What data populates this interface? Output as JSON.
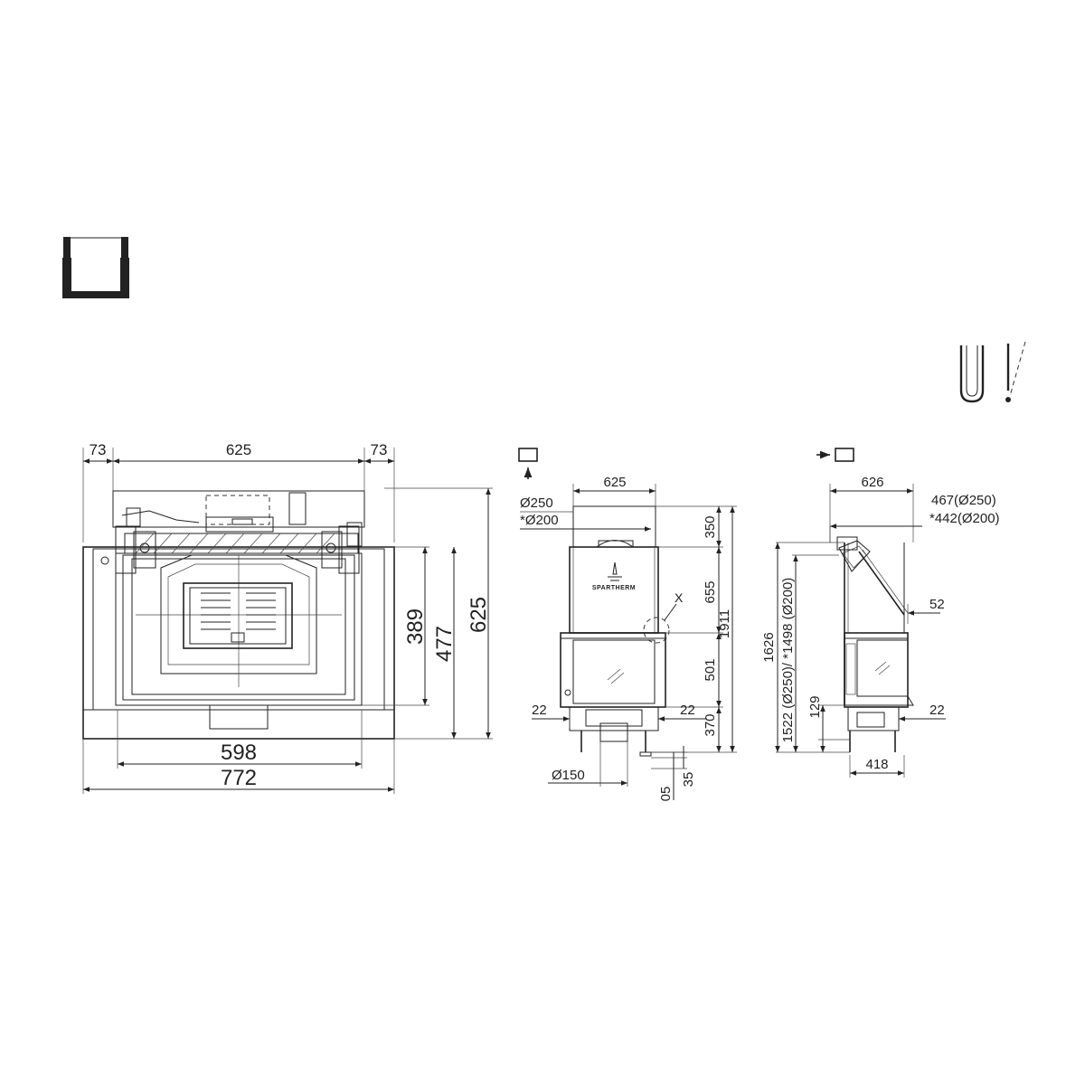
{
  "front_view": {
    "dim_top_left": "73",
    "dim_top_middle": "625",
    "dim_top_right": "73",
    "dim_height_389": "389",
    "dim_height_477": "477",
    "dim_height_625": "625",
    "dim_bottom_598": "598",
    "dim_bottom_772": "772"
  },
  "side_view_a": {
    "dim_top_width": "625",
    "flue_d250": "Ø250",
    "flue_d200": "*Ø200",
    "brand_text": "SPARTHERM",
    "detail_mark": "X",
    "dim_350": "350",
    "dim_655": "655",
    "dim_501": "501",
    "dim_370": "370",
    "dim_1911": "1911",
    "dim_left_22": "22",
    "dim_right_22": "22",
    "dim_d150": "Ø150",
    "dim_05": "05",
    "dim_35": "35"
  },
  "side_view_b": {
    "dim_top_626": "626",
    "dim_467": "467(Ø250)",
    "dim_442": "*442(Ø200)",
    "dim_1626": "1626",
    "dim_1522": "1522 (Ø250)/ *1498 (Ø200)",
    "dim_52": "52",
    "dim_129": "129",
    "dim_22": "22",
    "dim_418": "418"
  }
}
